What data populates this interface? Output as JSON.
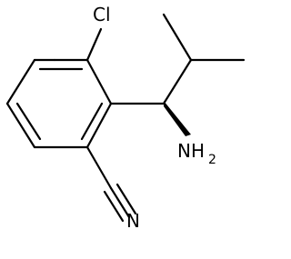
{
  "molecule": {
    "atoms": {
      "chlorine": "Cl",
      "amine": "NH",
      "amine_subscript": "2",
      "nitrile_n": "N"
    },
    "colors": {
      "bond": "#000000",
      "label": "#000000",
      "background": "#ffffff"
    }
  }
}
